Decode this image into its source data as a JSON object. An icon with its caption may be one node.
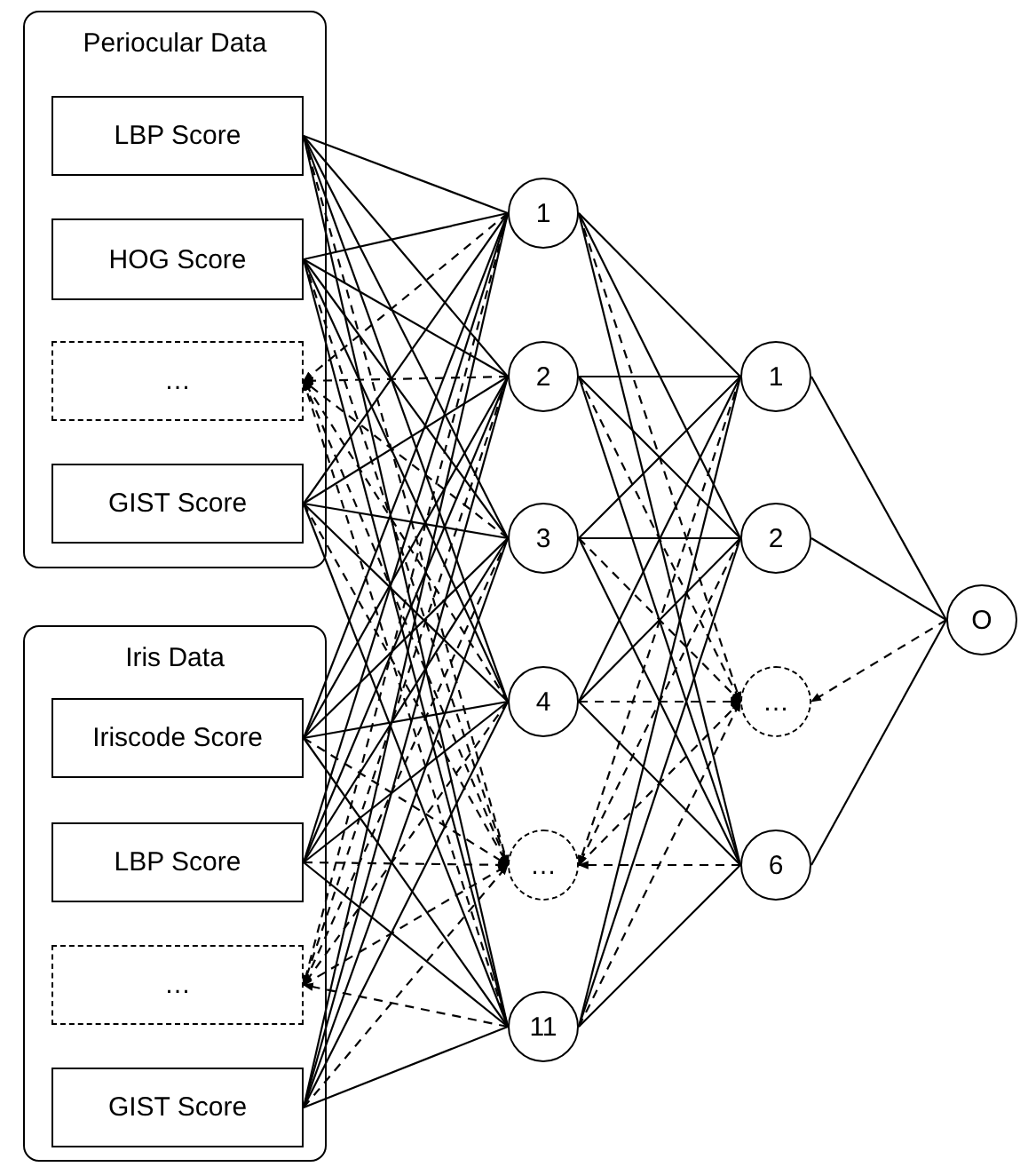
{
  "diagram": {
    "nodes": [
      {
        "text": [
          "Periocular Data"
        ]
      },
      {
        "text": [
          "LBP Score"
        ],
        "in": 0
      },
      {
        "text": [
          "HOG Score"
        ],
        "in": 0
      },
      {
        "text": [
          "…"
        ],
        "in": 0
      },
      {
        "text": [
          "GIST Score"
        ],
        "in": 0
      },
      {
        "text": [
          "Iris Data"
        ]
      },
      {
        "text": [
          "Iriscode Score"
        ],
        "in": 5
      },
      {
        "text": [
          "LBP Score"
        ],
        "in": 5
      },
      {
        "text": [
          "…"
        ],
        "in": 5
      },
      {
        "text": [
          "GIST Score"
        ],
        "in": 5
      },
      {
        "text": [
          "1"
        ]
      },
      {
        "text": [
          "2"
        ]
      },
      {
        "text": [
          "3"
        ]
      },
      {
        "text": [
          "4"
        ]
      },
      {
        "text": [
          "…"
        ]
      },
      {
        "text": [
          "11"
        ]
      },
      {
        "text": [
          "1"
        ]
      },
      {
        "text": [
          "2"
        ]
      },
      {
        "text": [
          "…"
        ]
      },
      {
        "text": [
          "6"
        ]
      },
      {
        "text": [
          "O"
        ]
      }
    ],
    "edges": [
      {
        "from": 1,
        "to": 10,
        "arrow": "none"
      },
      {
        "from": 1,
        "to": 11,
        "arrow": "none"
      },
      {
        "from": 1,
        "to": 12,
        "arrow": "none"
      },
      {
        "from": 1,
        "to": 13,
        "arrow": "none"
      },
      {
        "from": 1,
        "to": 14,
        "arrow": "to",
        "style": "dashed"
      },
      {
        "from": 1,
        "to": 15,
        "arrow": "none"
      },
      {
        "from": 2,
        "to": 10,
        "arrow": "none"
      },
      {
        "from": 2,
        "to": 11,
        "arrow": "none"
      },
      {
        "from": 2,
        "to": 12,
        "arrow": "none"
      },
      {
        "from": 2,
        "to": 13,
        "arrow": "none"
      },
      {
        "from": 2,
        "to": 14,
        "arrow": "to",
        "style": "dashed"
      },
      {
        "from": 2,
        "to": 15,
        "arrow": "none"
      },
      {
        "from": 10,
        "to": 3,
        "arrow": "to",
        "style": "dashed"
      },
      {
        "from": 11,
        "to": 3,
        "arrow": "to",
        "style": "dashed"
      },
      {
        "from": 12,
        "to": 3,
        "arrow": "to",
        "style": "dashed"
      },
      {
        "from": 13,
        "to": 3,
        "arrow": "to",
        "style": "dashed"
      },
      {
        "from": 3,
        "to": 14,
        "arrow": "to",
        "style": "dashed"
      },
      {
        "from": 15,
        "to": 3,
        "arrow": "to",
        "style": "dashed"
      },
      {
        "from": 4,
        "to": 10,
        "arrow": "none"
      },
      {
        "from": 4,
        "to": 11,
        "arrow": "none"
      },
      {
        "from": 4,
        "to": 12,
        "arrow": "none"
      },
      {
        "from": 4,
        "to": 13,
        "arrow": "none"
      },
      {
        "from": 4,
        "to": 14,
        "arrow": "to",
        "style": "dashed"
      },
      {
        "from": 4,
        "to": 15,
        "arrow": "none"
      },
      {
        "from": 6,
        "to": 10,
        "arrow": "none"
      },
      {
        "from": 6,
        "to": 11,
        "arrow": "none"
      },
      {
        "from": 6,
        "to": 12,
        "arrow": "none"
      },
      {
        "from": 6,
        "to": 13,
        "arrow": "none"
      },
      {
        "from": 6,
        "to": 14,
        "arrow": "to",
        "style": "dashed"
      },
      {
        "from": 6,
        "to": 15,
        "arrow": "none"
      },
      {
        "from": 7,
        "to": 10,
        "arrow": "none"
      },
      {
        "from": 7,
        "to": 11,
        "arrow": "none"
      },
      {
        "from": 7,
        "to": 12,
        "arrow": "none"
      },
      {
        "from": 7,
        "to": 13,
        "arrow": "none"
      },
      {
        "from": 7,
        "to": 14,
        "arrow": "to",
        "style": "dashed"
      },
      {
        "from": 7,
        "to": 15,
        "arrow": "none"
      },
      {
        "from": 10,
        "to": 8,
        "arrow": "to",
        "style": "dashed"
      },
      {
        "from": 11,
        "to": 8,
        "arrow": "to",
        "style": "dashed"
      },
      {
        "from": 12,
        "to": 8,
        "arrow": "to",
        "style": "dashed"
      },
      {
        "from": 13,
        "to": 8,
        "arrow": "to",
        "style": "dashed"
      },
      {
        "from": 8,
        "to": 14,
        "arrow": "to",
        "style": "dashed"
      },
      {
        "from": 15,
        "to": 8,
        "arrow": "to",
        "style": "dashed"
      },
      {
        "from": 9,
        "to": 10,
        "arrow": "none"
      },
      {
        "from": 9,
        "to": 11,
        "arrow": "none"
      },
      {
        "from": 9,
        "to": 12,
        "arrow": "none"
      },
      {
        "from": 9,
        "to": 13,
        "arrow": "none"
      },
      {
        "from": 9,
        "to": 14,
        "arrow": "to",
        "style": "dashed"
      },
      {
        "from": 9,
        "to": 15,
        "arrow": "none"
      },
      {
        "from": 10,
        "to": 16,
        "arrow": "none"
      },
      {
        "from": 10,
        "to": 17,
        "arrow": "none"
      },
      {
        "from": 10,
        "to": 18,
        "arrow": "to",
        "style": "dashed"
      },
      {
        "from": 10,
        "to": 19,
        "arrow": "none"
      },
      {
        "from": 11,
        "to": 16,
        "arrow": "none"
      },
      {
        "from": 11,
        "to": 17,
        "arrow": "none"
      },
      {
        "from": 11,
        "to": 18,
        "arrow": "to",
        "style": "dashed"
      },
      {
        "from": 11,
        "to": 19,
        "arrow": "none"
      },
      {
        "from": 12,
        "to": 16,
        "arrow": "none"
      },
      {
        "from": 12,
        "to": 17,
        "arrow": "none"
      },
      {
        "from": 12,
        "to": 18,
        "arrow": "to",
        "style": "dashed"
      },
      {
        "from": 12,
        "to": 19,
        "arrow": "none"
      },
      {
        "from": 13,
        "to": 16,
        "arrow": "none"
      },
      {
        "from": 13,
        "to": 17,
        "arrow": "none"
      },
      {
        "from": 13,
        "to": 18,
        "arrow": "to",
        "style": "dashed"
      },
      {
        "from": 13,
        "to": 19,
        "arrow": "none"
      },
      {
        "from": 16,
        "to": 14,
        "arrow": "to",
        "style": "dashed"
      },
      {
        "from": 17,
        "to": 14,
        "arrow": "to",
        "style": "dashed"
      },
      {
        "from": 14,
        "to": 18,
        "arrow": "to",
        "style": "dashed"
      },
      {
        "from": 19,
        "to": 14,
        "arrow": "to",
        "style": "dashed"
      },
      {
        "from": 15,
        "to": 16,
        "arrow": "none"
      },
      {
        "from": 15,
        "to": 17,
        "arrow": "none"
      },
      {
        "from": 15,
        "to": 18,
        "arrow": "to",
        "style": "dashed"
      },
      {
        "from": 15,
        "to": 19,
        "arrow": "none"
      },
      {
        "from": 16,
        "to": 20,
        "arrow": "none"
      },
      {
        "from": 17,
        "to": 20,
        "arrow": "none"
      },
      {
        "from": 20,
        "to": 18,
        "arrow": "to",
        "style": "dashed"
      },
      {
        "from": 19,
        "to": 20,
        "arrow": "none"
      }
    ]
  }
}
